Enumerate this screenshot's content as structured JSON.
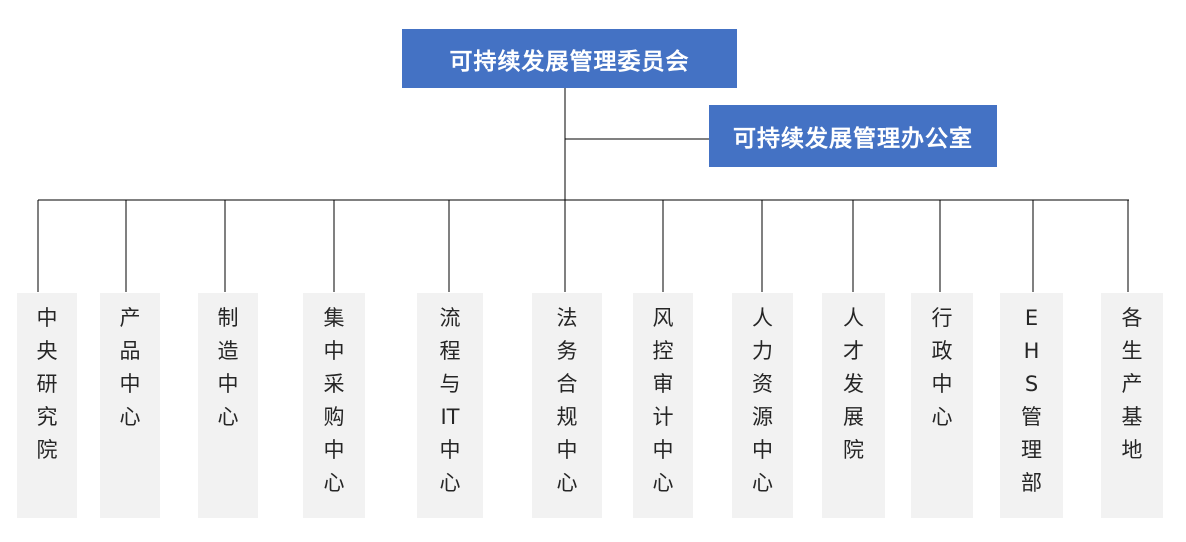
{
  "org": {
    "committee": "可持续发展管理委员会",
    "office": "可持续发展管理办公室",
    "departments": [
      {
        "label": "中央研究院"
      },
      {
        "label": "产品中心"
      },
      {
        "label": "制造中心"
      },
      {
        "label": "集中采购中心"
      },
      {
        "label": "流程与IT中心"
      },
      {
        "label": "法务合规中心"
      },
      {
        "label": "风控审计中心"
      },
      {
        "label": "人力资源中心"
      },
      {
        "label": "人才发展院"
      },
      {
        "label": "行政中心"
      },
      {
        "label": "EHS管理部"
      },
      {
        "label": "各生产基地"
      }
    ]
  },
  "colors": {
    "node_blue": "#4472C4",
    "node_text": "#FFFFFF",
    "dept_bg": "#F2F2F2",
    "dept_text": "#262626",
    "connector": "#000000"
  }
}
